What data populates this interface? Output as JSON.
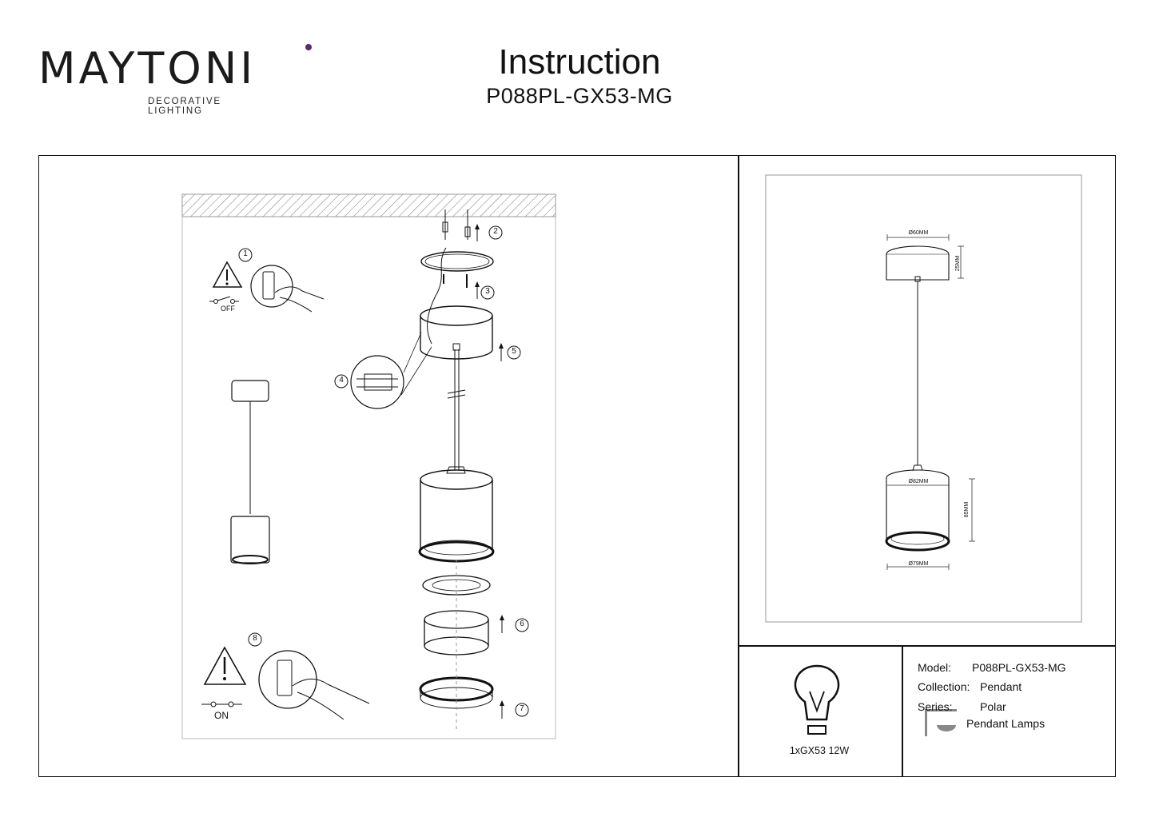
{
  "header": {
    "brand": "MAYTONI",
    "brand_sub": "DECORATIVE LIGHTING",
    "title": "Instruction",
    "model_code": "P088PL-GX53-MG"
  },
  "steps": {
    "s1": "1",
    "s2": "2",
    "s3": "3",
    "s4": "4",
    "s5": "5",
    "s6": "6",
    "s7": "7",
    "s8": "8",
    "off_label": "OFF",
    "on_label": "ON"
  },
  "dimensions": {
    "top_diameter": "Ø60MM",
    "top_height": "25MM",
    "shade_diameter": "Ø82MM",
    "shade_height": "85MM",
    "bottom_diameter": "Ø79MM"
  },
  "specs": {
    "bulb": "1xGX53 12W",
    "model_label": "Model:",
    "model_value": "P088PL-GX53-MG",
    "collection_label": "Collection:",
    "collection_value": "Pendant",
    "series_label": "Series:",
    "series_value": "Polar",
    "type_value": "Pendant Lamps"
  }
}
